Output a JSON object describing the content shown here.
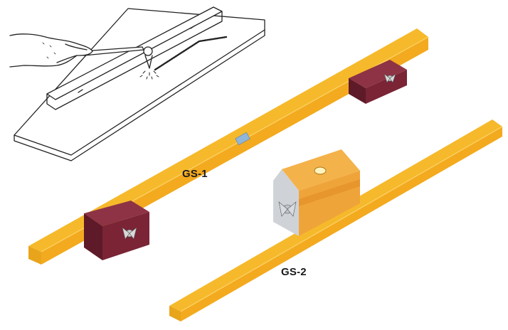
{
  "products": [
    {
      "label": "GS-1"
    },
    {
      "label": "GS-2"
    }
  ],
  "colors": {
    "bar_yellow": "#f6b92b",
    "bar_shadow": "#d99a12",
    "magnet_maroon": "#7a2436",
    "magnet_orange": "#f4b24a",
    "line_art": "#222222"
  },
  "icons": [
    "hand-with-torch-illustration",
    "wing-nut-icon",
    "magnet-base-icon"
  ]
}
